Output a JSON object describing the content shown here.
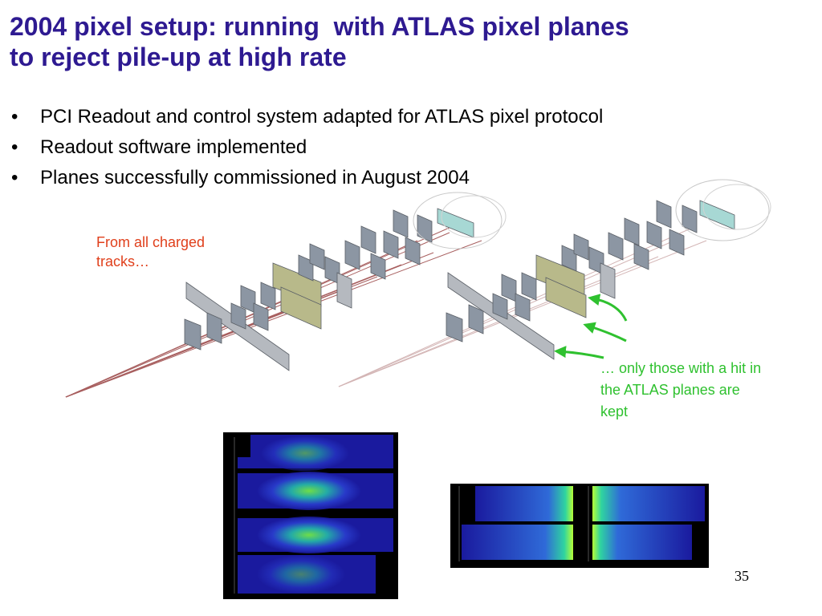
{
  "slide": {
    "title_lines": [
      "2004 pixel setup: running  with ATLAS pixel planes",
      "to reject pile-up at high rate"
    ],
    "bullets": [
      "PCI Readout and control system adapted for ATLAS pixel protocol",
      "Readout software implemented",
      "Planes successfully commissioned in August 2004"
    ],
    "bullet_glyph": "•",
    "annotation_all_tracks": [
      "From all charged",
      "tracks…"
    ],
    "annotation_atlas_hits": [
      "… only those with a hit in",
      "the ATLAS planes are",
      "kept"
    ],
    "page_number": "35",
    "colors": {
      "title": "#2e1a91",
      "annotation_all_tracks": "#e0401c",
      "annotation_atlas_hits": "#2fc12f",
      "atlas_plane": "#b8b98a",
      "detector_plane": "#8c96a3",
      "track_left": "#8b2a2a",
      "track_right": "#c9a3a3",
      "hitmap_background": "#1a1a9e"
    }
  }
}
